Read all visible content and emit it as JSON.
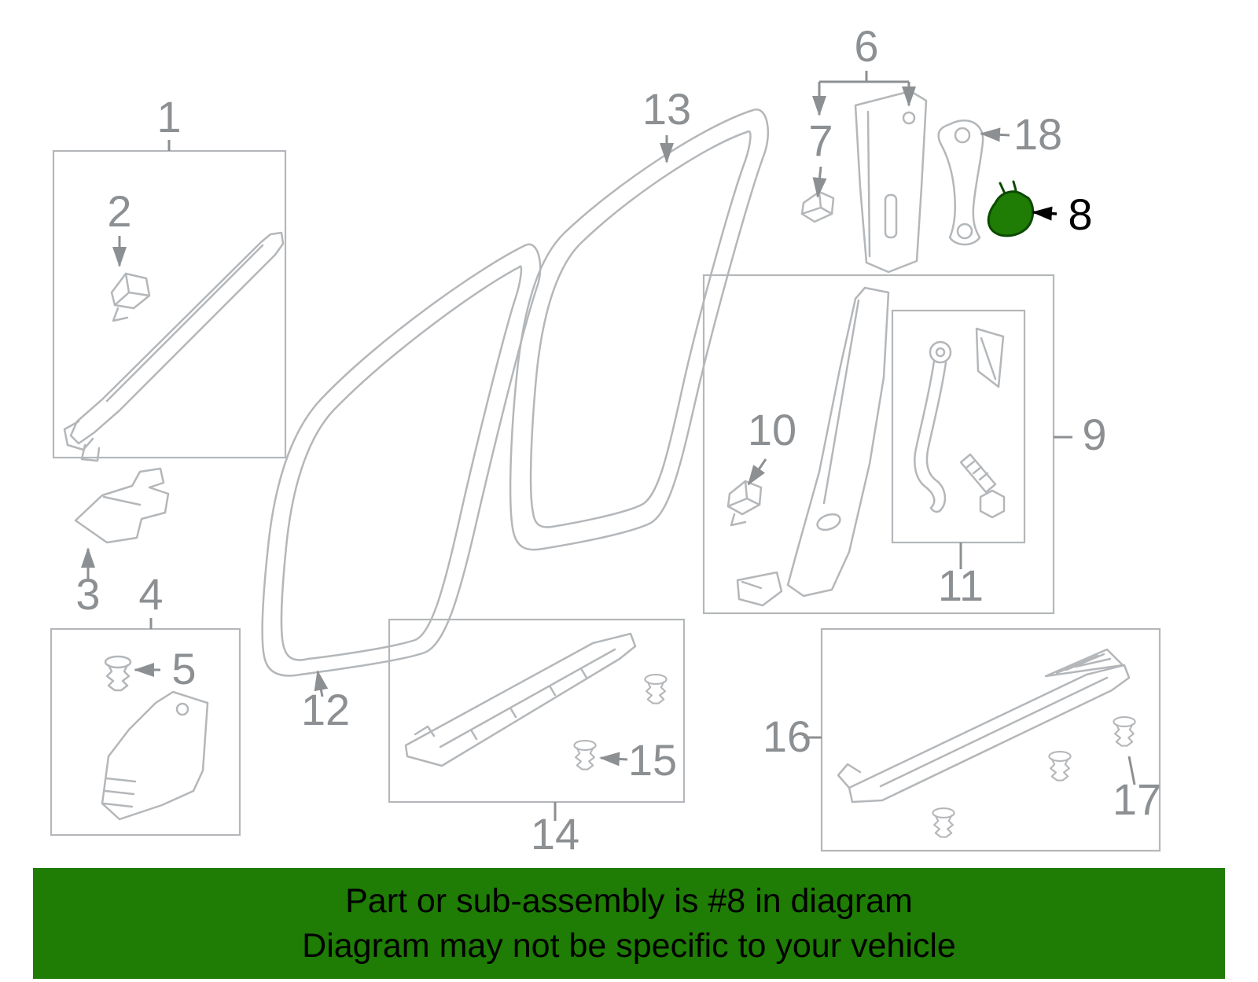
{
  "diagram": {
    "labels": {
      "1": "1",
      "2": "2",
      "3": "3",
      "4": "4",
      "5": "5",
      "6": "6",
      "7": "7",
      "8": "8",
      "9": "9",
      "10": "10",
      "11": "11",
      "12": "12",
      "13": "13",
      "14": "14",
      "15": "15",
      "16": "16",
      "17": "17",
      "18": "18"
    },
    "highlighted_label": "8"
  },
  "banner": {
    "line1": "Part or sub-assembly is #8 in diagram",
    "line2": "Diagram may not be specific to your vehicle"
  },
  "colors": {
    "background": "#ffffff",
    "artwork_line": "#b4b7ba",
    "callout": "#8d9093",
    "highlight_fill": "#1f7c05",
    "highlight_outline": "#0c4a02",
    "highlight_callout": "#000000",
    "banner_bg": "#1f7c05",
    "banner_text": "#000000"
  }
}
